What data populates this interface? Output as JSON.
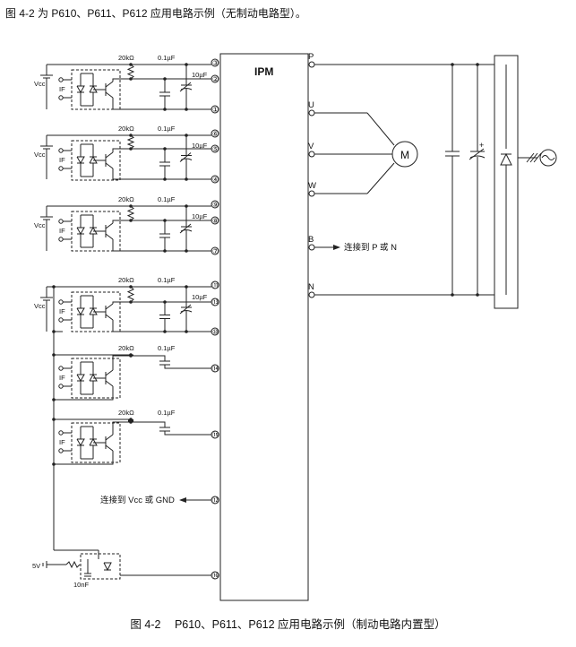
{
  "captions": {
    "top": "图 4-2 为 P610、P611、P612 应用电路示例（无制动电路型）。",
    "bottom_fig": "图 4-2",
    "bottom_text": "P610、P611、P612 应用电路示例（制动电路内置型）"
  },
  "ipm": {
    "title": "IPM",
    "outputs": {
      "p": "P",
      "u": "U",
      "v": "V",
      "w": "W",
      "b": "B",
      "n": "N"
    },
    "connect_b": "连接到 P 或 N",
    "connect_12": "连接到 Vcc 或 GND"
  },
  "motor": {
    "label": "M"
  },
  "labels": {
    "vcc": "Vcc",
    "if": "IF",
    "res20k": "20kΩ",
    "cap01": "0.1µF",
    "cap10": "10µF",
    "v5": "5V",
    "nf10": "10nF"
  },
  "pins": {
    "p1": "①",
    "p2": "②",
    "p3": "③",
    "p4": "④",
    "p5": "⑤",
    "p6": "⑥",
    "p7": "⑦",
    "p8": "⑧",
    "p9": "⑨",
    "p10": "⑩",
    "p11": "⑪",
    "p12": "⑫",
    "p13": "⑬",
    "p14": "⑭",
    "p15": "⑮",
    "p16": "⑯"
  }
}
